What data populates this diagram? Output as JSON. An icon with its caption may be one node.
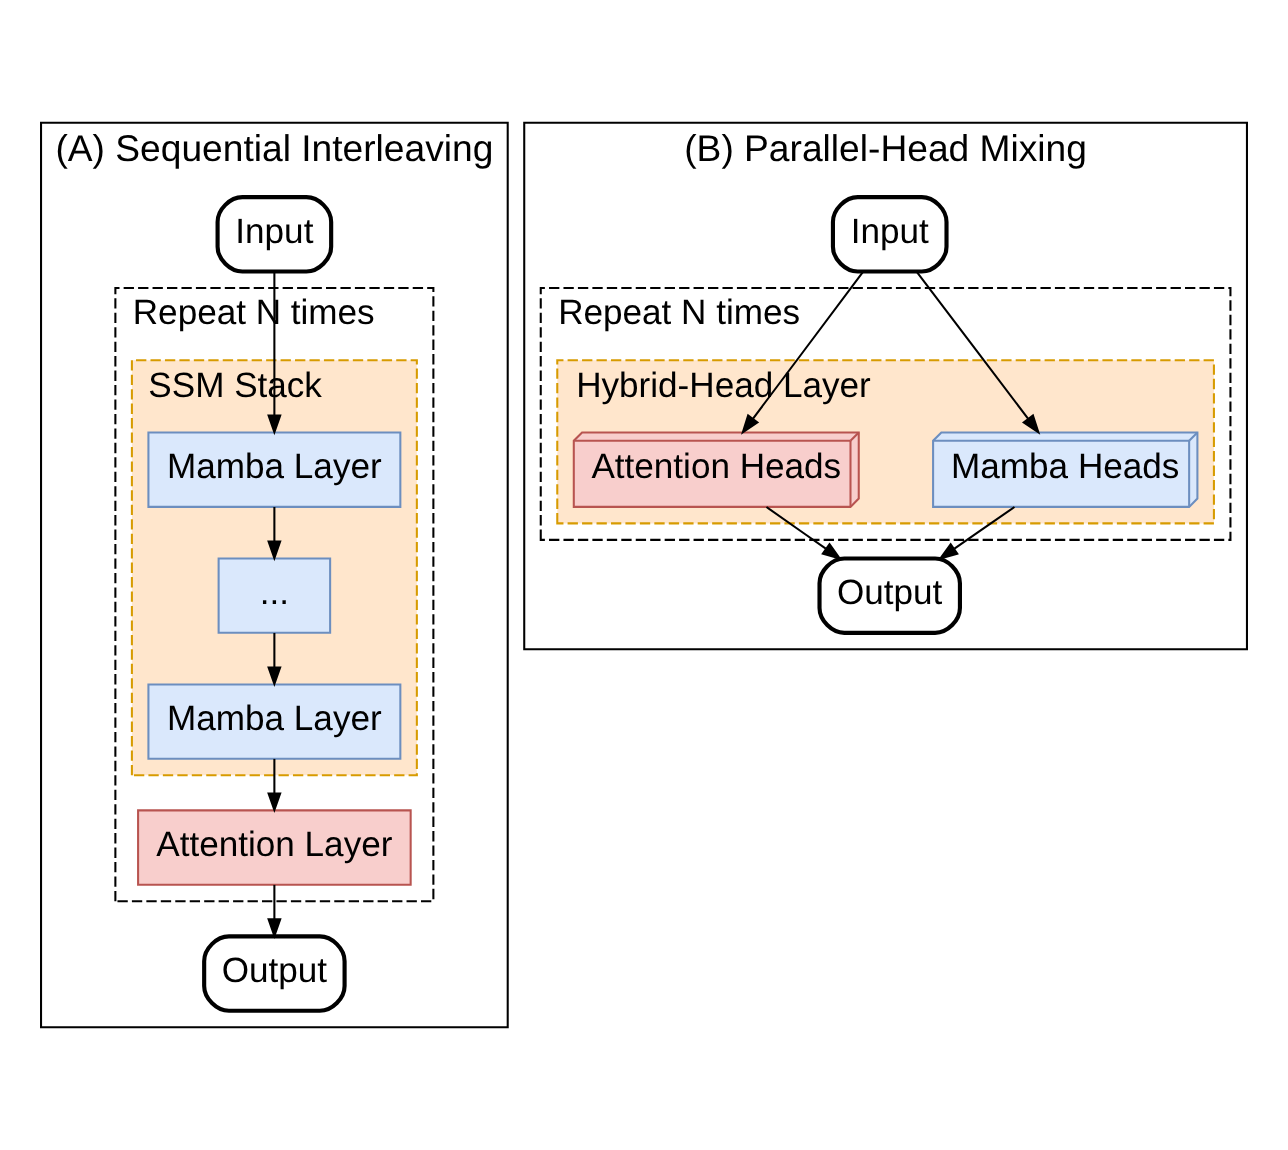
{
  "diagram": {
    "nodes": [
      {
        "text": [
          "(A) Sequential Interleaving"
        ]
      },
      {
        "text": [
          "Input"
        ],
        "in": 0
      },
      {
        "text": [
          "Repeat N times"
        ],
        "in": 0
      },
      {
        "text": [
          "SSM Stack"
        ],
        "in": 2
      },
      {
        "text": [
          "Mamba Layer"
        ],
        "in": 3
      },
      {
        "text": [
          "..."
        ],
        "in": 3
      },
      {
        "text": [
          "Mamba Layer"
        ],
        "in": 3
      },
      {
        "text": [
          "Attention Layer"
        ],
        "in": 2
      },
      {
        "text": [
          "Output"
        ],
        "in": 0
      },
      {
        "text": [
          "(B) Parallel-Head Mixing"
        ]
      },
      {
        "text": [
          "Input"
        ],
        "in": 9
      },
      {
        "text": [
          "Repeat N times"
        ],
        "in": 9
      },
      {
        "text": [
          "Hybrid-Head Layer"
        ],
        "in": 11
      },
      {
        "text": [
          "Mamba Heads"
        ],
        "in": 12
      },
      {
        "text": [
          "Attention Heads"
        ],
        "in": 12
      },
      {
        "text": [
          "Output"
        ],
        "in": 9
      }
    ],
    "edges": [
      {
        "from": 1,
        "to": 4,
        "arrow": "to"
      },
      {
        "from": 4,
        "to": 5,
        "arrow": "to"
      },
      {
        "from": 5,
        "to": 6,
        "arrow": "to"
      },
      {
        "from": 6,
        "to": 7,
        "arrow": "to"
      },
      {
        "from": 7,
        "to": 8,
        "arrow": "to"
      },
      {
        "from": 10,
        "to": 13,
        "arrow": "to"
      },
      {
        "from": 10,
        "to": 14,
        "arrow": "to"
      },
      {
        "from": 13,
        "to": 15,
        "arrow": "to"
      },
      {
        "from": 14,
        "to": 15,
        "arrow": "to"
      }
    ]
  }
}
